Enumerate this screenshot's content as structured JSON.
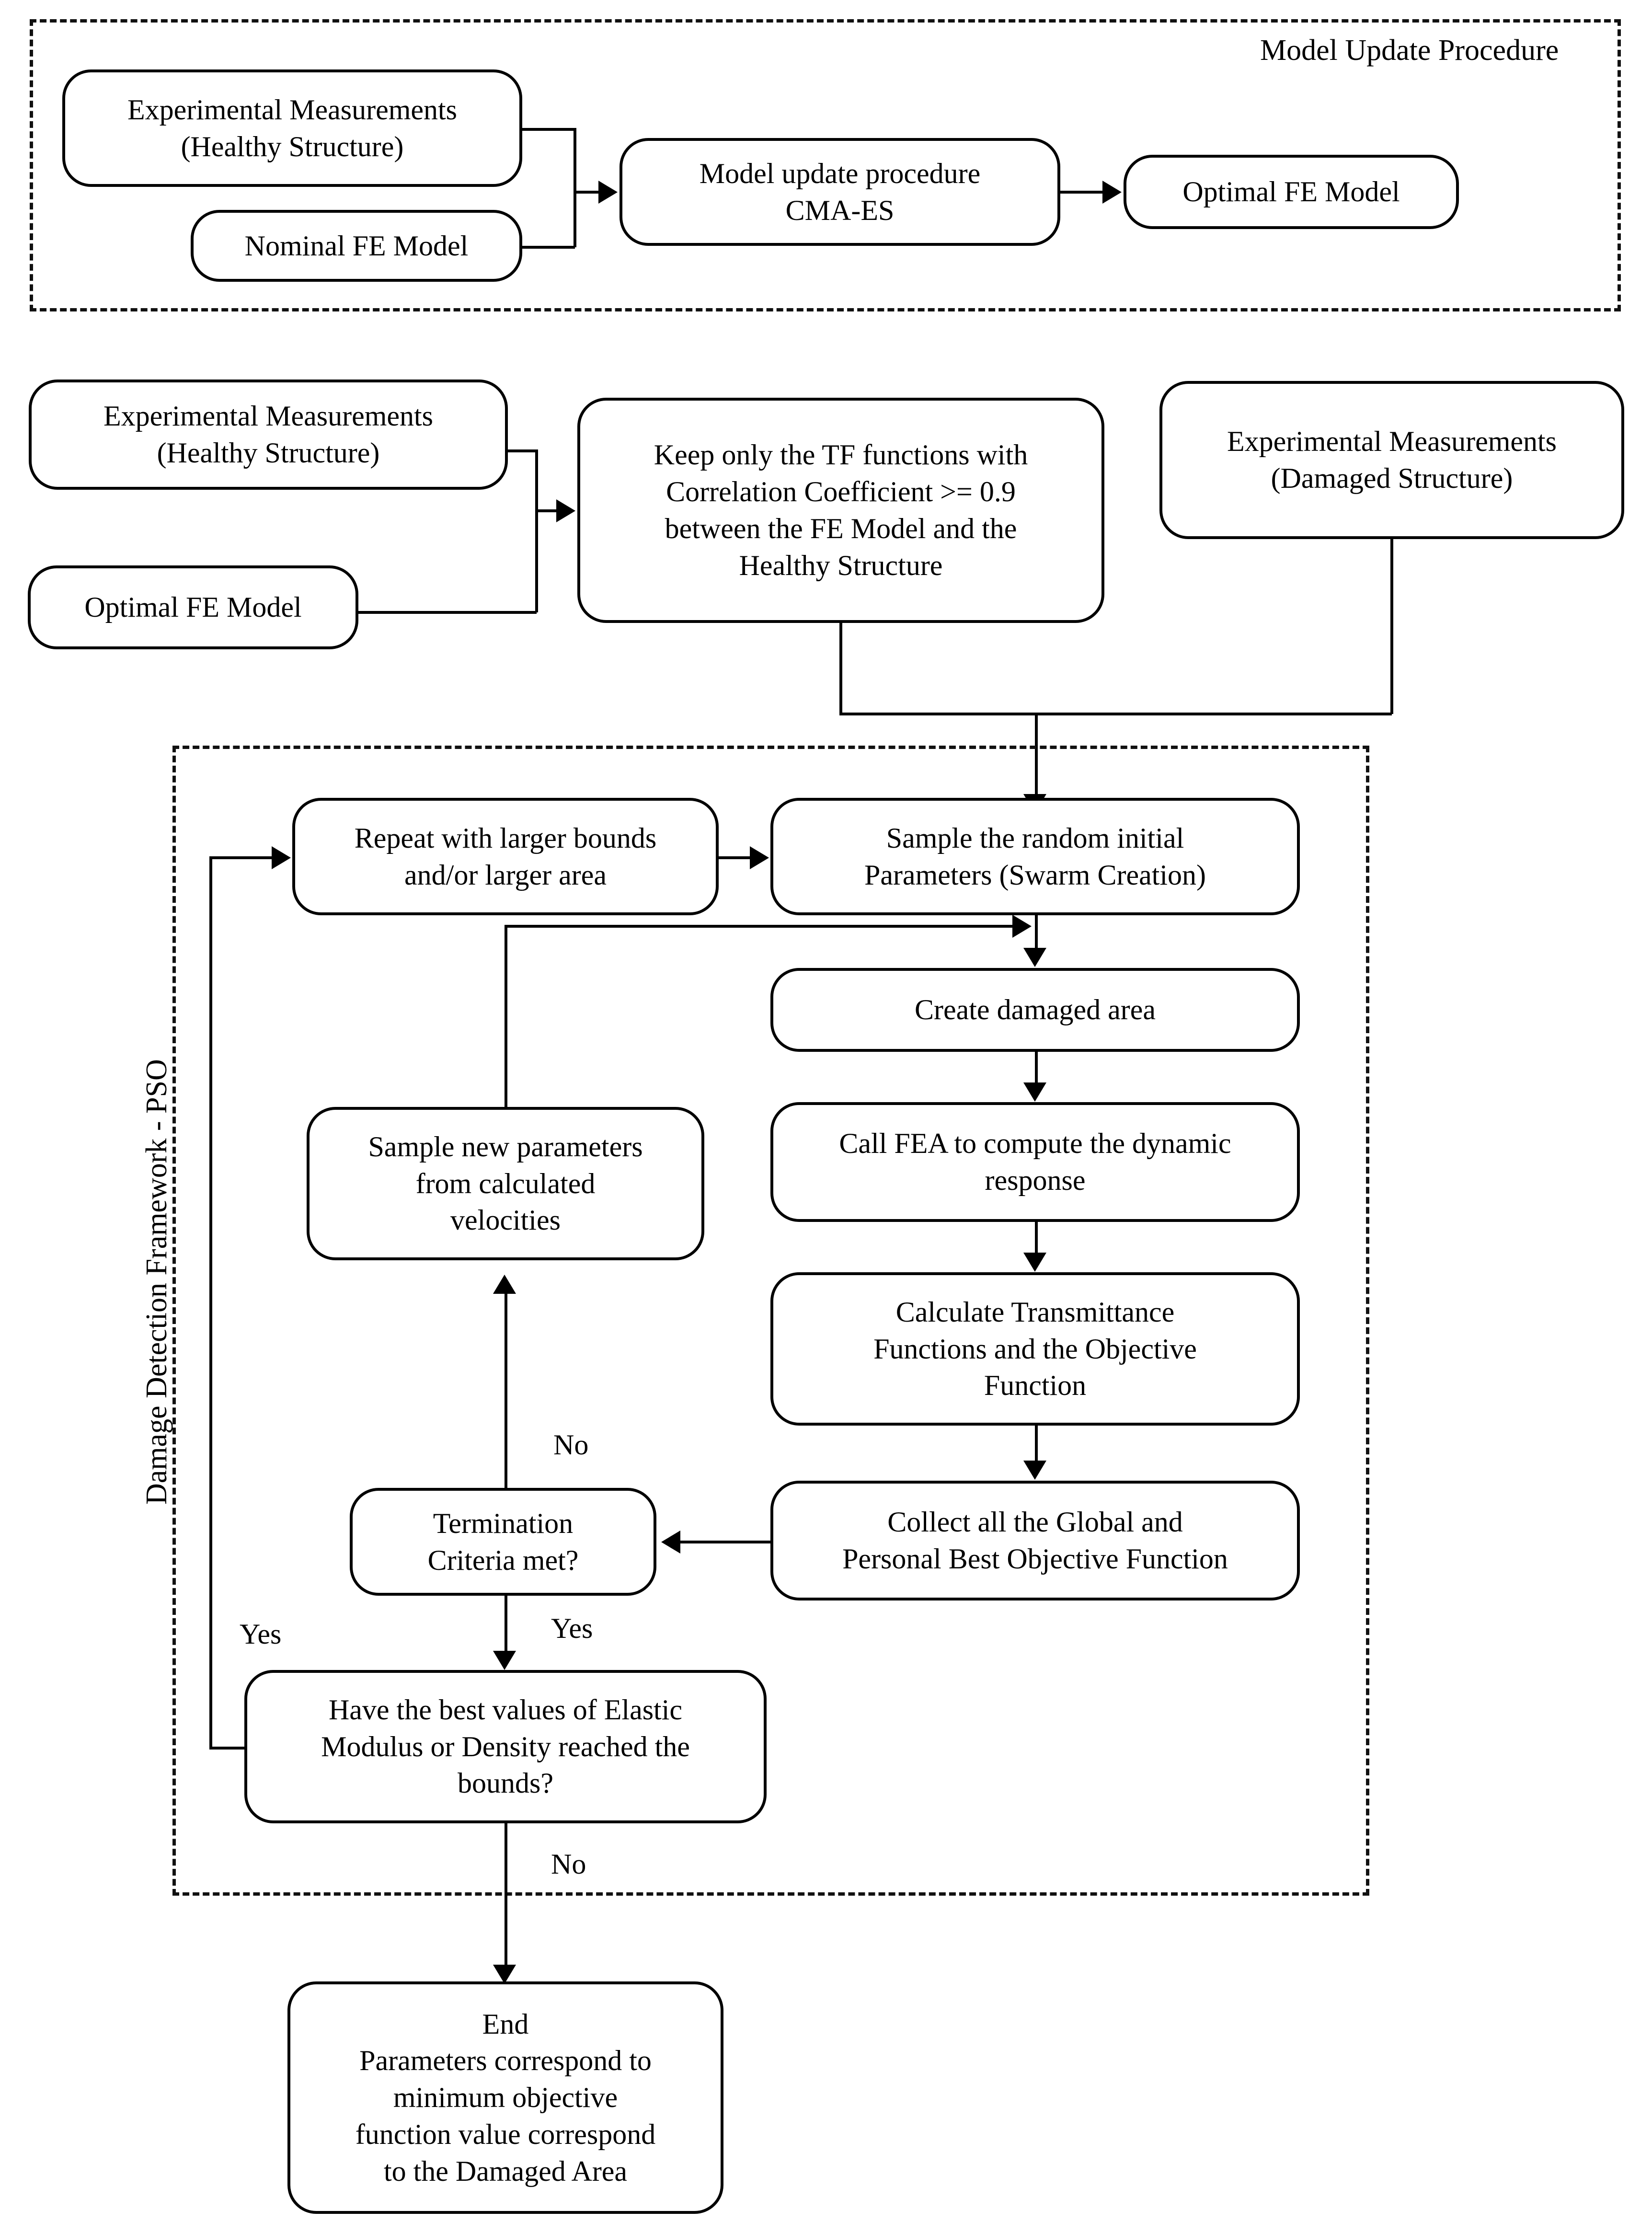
{
  "diagram": {
    "title": "Damage detection framework flowchart",
    "groups": [
      {
        "id": "model-update",
        "label": "Model Update Procedure"
      },
      {
        "id": "pso",
        "label": "Damage Detection Framework - PSO"
      }
    ],
    "nodes": {
      "exp_healthy_1": "Experimental  Measurements\n(Healthy Structure)",
      "exp_healthy_1_l1": "Experimental  Measurements",
      "exp_healthy_1_l2": "(Healthy Structure)",
      "nominal_fe": "Nominal FE Model",
      "model_update_l1": "Model update procedure",
      "model_update_l2": "CMA-ES",
      "optimal_fe_1": "Optimal FE Model",
      "exp_healthy_2_l1": "Experimental Measurements",
      "exp_healthy_2_l2": "(Healthy Structure)",
      "optimal_fe_2": "Optimal FE Model",
      "keep_tf_l1": "Keep only the TF functions with",
      "keep_tf_l2": "Correlation Coefficient >= 0.9",
      "keep_tf_l3": "between the FE Model and the",
      "keep_tf_l4": "Healthy Structure",
      "exp_damaged_l1": "Experimental Measurements",
      "exp_damaged_l2": "(Damaged Structure)",
      "repeat_bounds_l1": "Repeat with larger bounds",
      "repeat_bounds_l2": "and/or larger area",
      "sample_initial_l1": "Sample the random initial",
      "sample_initial_l2": "Parameters (Swarm Creation)",
      "create_damaged": "Create damaged area",
      "call_fea_l1": "Call FEA to compute the dynamic",
      "call_fea_l2": "response",
      "calc_tf_l1": "Calculate Transmittance",
      "calc_tf_l2": "Functions and the Objective",
      "calc_tf_l3": "Function",
      "collect_best_l1": "Collect all the Global and",
      "collect_best_l2": "Personal Best Objective Function",
      "termination_l1": "Termination",
      "termination_l2": "Criteria met?",
      "sample_new_l1": "Sample new parameters",
      "sample_new_l2": "from calculated",
      "sample_new_l3": "velocities",
      "bounds_reached_l1": "Have the best values of Elastic",
      "bounds_reached_l2": "Modulus or Density reached the",
      "bounds_reached_l3": "bounds?",
      "end_l1": "End",
      "end_l2": "Parameters correspond to",
      "end_l3": "minimum objective",
      "end_l4": "function value correspond",
      "end_l5": "to the Damaged Area"
    },
    "edge_labels": {
      "termination_no": "No",
      "termination_yes": "Yes",
      "bounds_yes": "Yes",
      "bounds_no": "No"
    },
    "colors": {
      "stroke": "#000000",
      "background": "#ffffff"
    }
  }
}
